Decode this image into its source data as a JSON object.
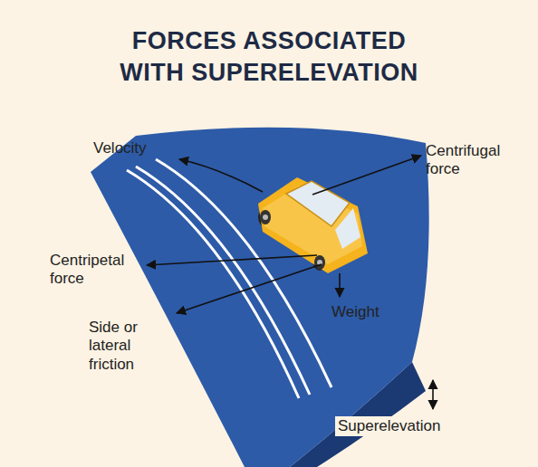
{
  "diagram": {
    "title": "FORCES ASSOCIATED WITH SUPERELEVATION",
    "labels": [
      "Velocity",
      "Centrifugal force",
      "Centripetal force",
      "Side or lateral friction",
      "Weight",
      "Superelevation"
    ]
  }
}
